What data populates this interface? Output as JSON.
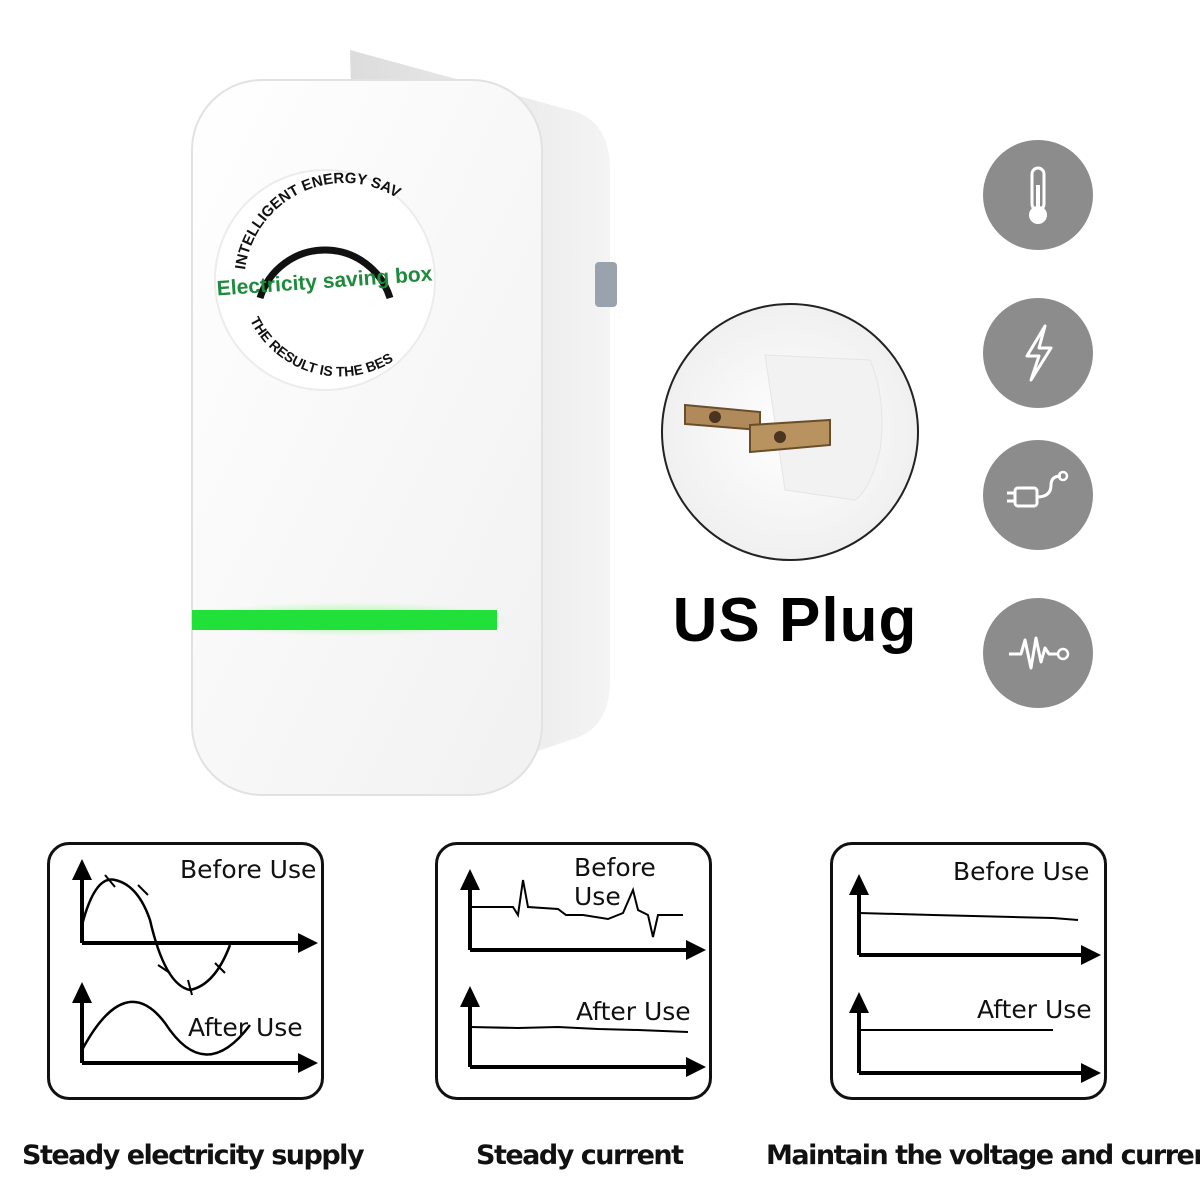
{
  "product": {
    "arc_top_text": "INTELLIGENT ENERGY SAVER",
    "center_text": "Electricity saving box",
    "arc_bottom_text": "THE RESULT IS THE BEST",
    "center_text_color": "#1e8a3c",
    "indicator_color": "#22e03a"
  },
  "plug": {
    "label": "US Plug"
  },
  "feature_icons": [
    {
      "icon": "thermometer-icon"
    },
    {
      "icon": "lightning-icon"
    },
    {
      "icon": "usb-plug-icon"
    },
    {
      "icon": "waveform-icon"
    }
  ],
  "panels": [
    {
      "before_label": "Before Use",
      "after_label": "After Use",
      "caption": "Steady electricity supply"
    },
    {
      "before_label": "Before Use",
      "after_label": "After Use",
      "caption": "Steady current"
    },
    {
      "before_label": "Before Use",
      "after_label": "After Use",
      "caption": "Maintain the voltage and current"
    }
  ]
}
